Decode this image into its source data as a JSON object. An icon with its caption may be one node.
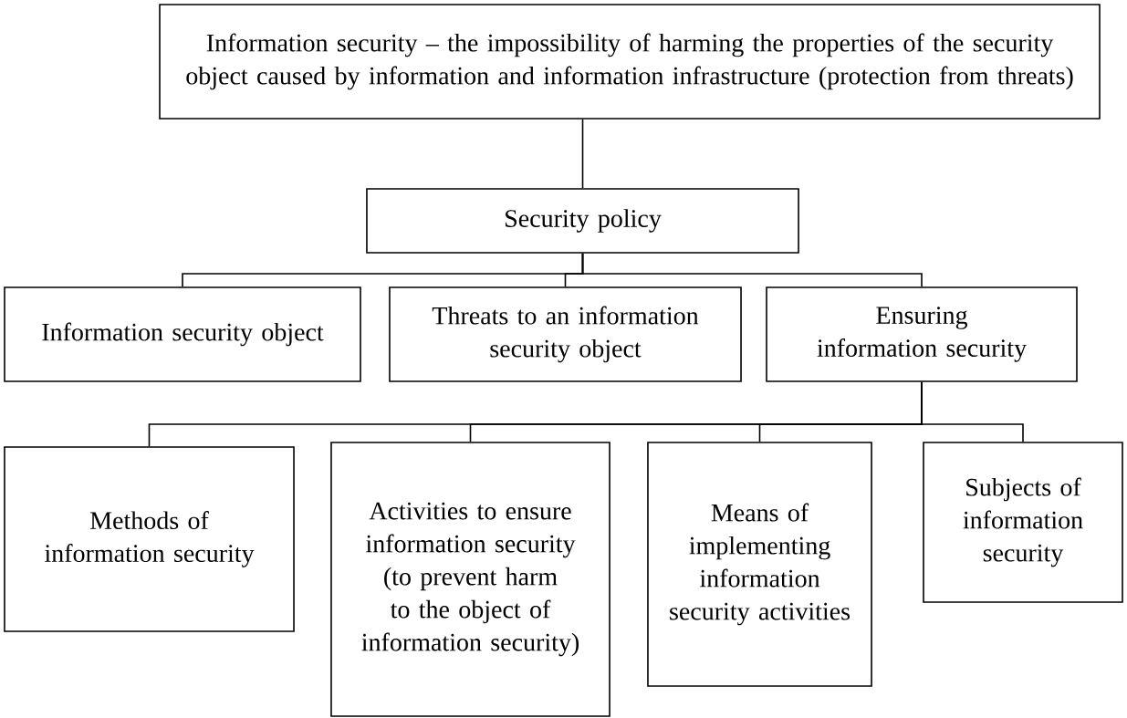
{
  "diagram": {
    "nodes": [
      {
        "text": [
          "Information security – the impossibility of harming the properties of the security object caused by information and information infrastructure (protection from threats)"
        ]
      },
      {
        "text": [
          "Security policy"
        ]
      },
      {
        "text": [
          "Information security object"
        ]
      },
      {
        "text": [
          "Threats to an information security object"
        ]
      },
      {
        "text": [
          "Ensuring information security"
        ]
      },
      {
        "text": [
          "Methods of information security"
        ]
      },
      {
        "text": [
          "Activities to ensure information security (to prevent harm to the object of information security)"
        ]
      },
      {
        "text": [
          "Means of implementing information security activities"
        ]
      },
      {
        "text": [
          "Subjects of information security"
        ]
      }
    ],
    "edges": [
      {
        "from": 0,
        "to": 1,
        "arrow": "none"
      },
      {
        "from": 1,
        "to": 2,
        "arrow": "none"
      },
      {
        "from": 1,
        "to": 3,
        "arrow": "none"
      },
      {
        "from": 1,
        "to": 4,
        "arrow": "none"
      },
      {
        "from": 4,
        "to": 5,
        "arrow": "none"
      },
      {
        "from": 4,
        "to": 6,
        "arrow": "none"
      },
      {
        "from": 4,
        "to": 7,
        "arrow": "none"
      },
      {
        "from": 4,
        "to": 8,
        "arrow": "none"
      }
    ]
  }
}
